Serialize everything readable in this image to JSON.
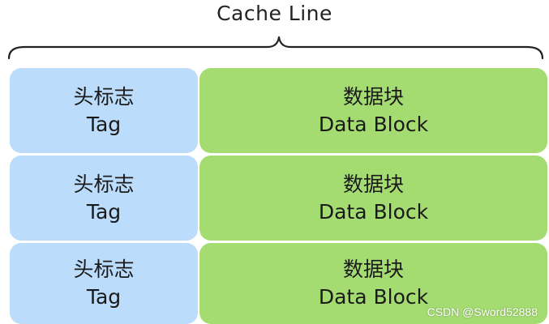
{
  "diagram": {
    "title": "Cache Line",
    "rows": [
      {
        "tag": {
          "cn": "头标志",
          "en": "Tag"
        },
        "data": {
          "cn": "数据块",
          "en": "Data Block"
        }
      },
      {
        "tag": {
          "cn": "头标志",
          "en": "Tag"
        },
        "data": {
          "cn": "数据块",
          "en": "Data Block"
        }
      },
      {
        "tag": {
          "cn": "头标志",
          "en": "Tag"
        },
        "data": {
          "cn": "数据块",
          "en": "Data Block"
        }
      }
    ],
    "colors": {
      "tag_fill": "#bcdcfb",
      "data_fill": "#a5dc72",
      "brace_stroke": "#222222"
    }
  },
  "watermark": "CSDN @Sword52888"
}
